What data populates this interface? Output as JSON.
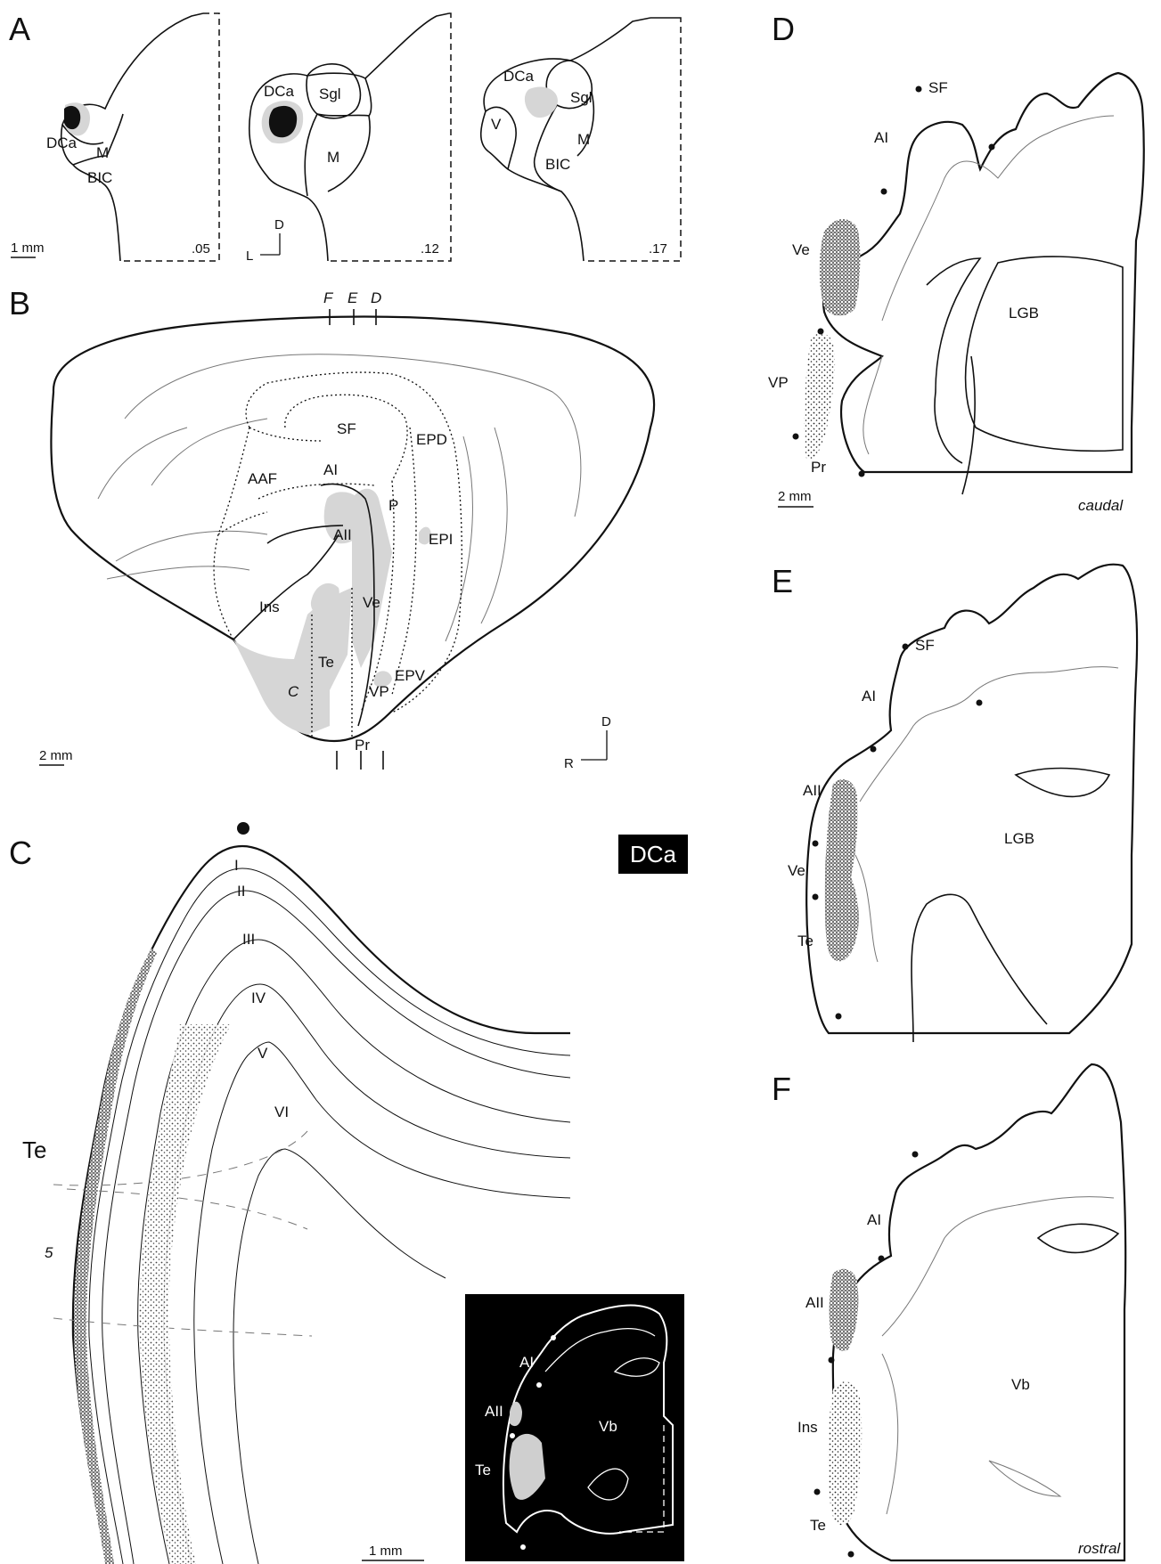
{
  "panels": {
    "A": {
      "letter": "A",
      "sections": [
        {
          "labels": [
            "DCa",
            "M",
            "BIC"
          ],
          "level": ".05"
        },
        {
          "labels": [
            "DCa",
            "Sgl",
            "M"
          ],
          "level": ".12"
        },
        {
          "labels": [
            "DCa",
            "Sgl",
            "V",
            "M",
            "BIC"
          ],
          "level": ".17"
        }
      ],
      "scale": "1 mm",
      "orient": {
        "up": "D",
        "side": "L"
      }
    },
    "B": {
      "letter": "B",
      "section_marks": [
        "F",
        "E",
        "D"
      ],
      "areas": [
        "SF",
        "EPD",
        "AI",
        "AAF",
        "P",
        "AII",
        "EPI",
        "Ins",
        "Ve",
        "Te",
        "EPV",
        "VP",
        "Pr"
      ],
      "italic_mark": "C",
      "scale": "2 mm",
      "orient": {
        "up": "D",
        "side": "R"
      }
    },
    "C": {
      "letter": "C",
      "badge": "DCa",
      "layers": [
        "I",
        "II",
        "III",
        "IV",
        "V",
        "VI"
      ],
      "area": "Te",
      "area_number": "5",
      "scale": "1 mm",
      "inset_labels": [
        "AI",
        "AII",
        "Te",
        "Vb"
      ]
    },
    "D": {
      "letter": "D",
      "labels": [
        "SF",
        "AI",
        "Ve",
        "VP",
        "Pr",
        "LGB"
      ],
      "scale": "2 mm",
      "position": "caudal"
    },
    "E": {
      "letter": "E",
      "labels": [
        "SF",
        "AI",
        "AII",
        "Ve",
        "Te",
        "LGB"
      ]
    },
    "F": {
      "letter": "F",
      "labels": [
        "AI",
        "AII",
        "Ins",
        "Te",
        "Vb"
      ],
      "position": "rostral"
    }
  }
}
